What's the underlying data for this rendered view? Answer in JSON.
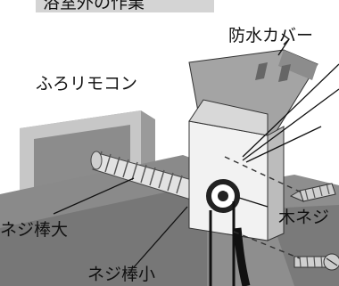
{
  "header": {
    "title": "浴室外の作業"
  },
  "labels": {
    "cover": "防水カバー",
    "remote": "ふろリモコン",
    "wood_screw": "木ネジ",
    "rod_large": "ネジ棒大",
    "rod_small": "ネジ棒小"
  },
  "colors": {
    "title_bg": "#d4d4d4",
    "wall": "#8e8e8e",
    "wall_dark": "#6e6e6e",
    "remote_frame": "#bdbdbd",
    "remote_face": "#8a8a8a",
    "cover_front": "#f2f2f2",
    "cover_top": "#a4a4a4",
    "line": "#222222"
  }
}
